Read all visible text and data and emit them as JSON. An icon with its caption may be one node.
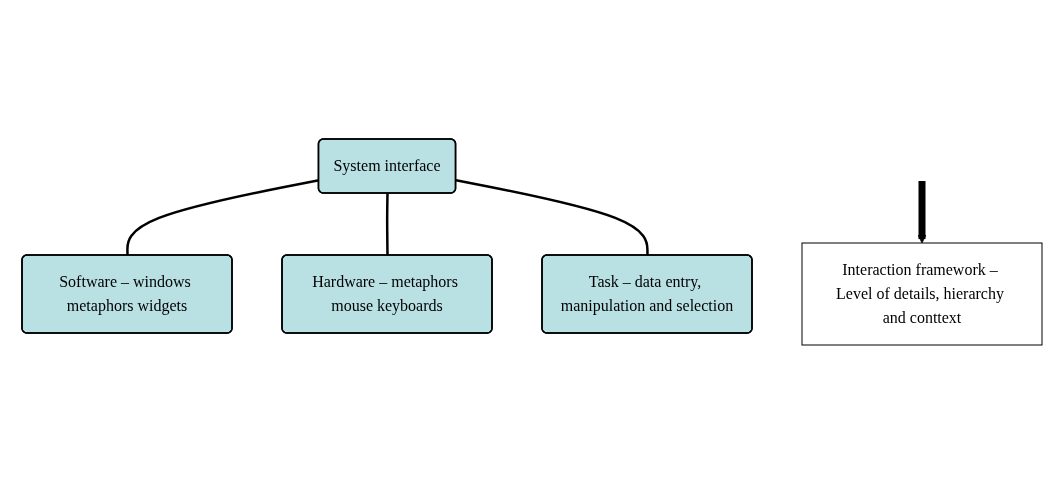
{
  "diagram": {
    "nodes": [
      {
        "text": [
          "System interface"
        ]
      },
      {
        "text": [
          "Software – windows metaphors widgets"
        ]
      },
      {
        "text": [
          "Hardware – metaphors mouse keyboards"
        ]
      },
      {
        "text": [
          "Task – data entry, manipulation and selection"
        ]
      },
      {
        "text": [
          "Interaction framework – Level of details, hierarchy and conttext"
        ]
      }
    ],
    "edges": [
      {
        "from": 0,
        "to": 1,
        "arrow": "none"
      },
      {
        "from": 0,
        "to": 2,
        "arrow": "none"
      },
      {
        "from": 0,
        "to": 3,
        "arrow": "none"
      },
      {
        "from": null,
        "to": 4,
        "arrow": "to",
        "style": "thick"
      }
    ]
  }
}
